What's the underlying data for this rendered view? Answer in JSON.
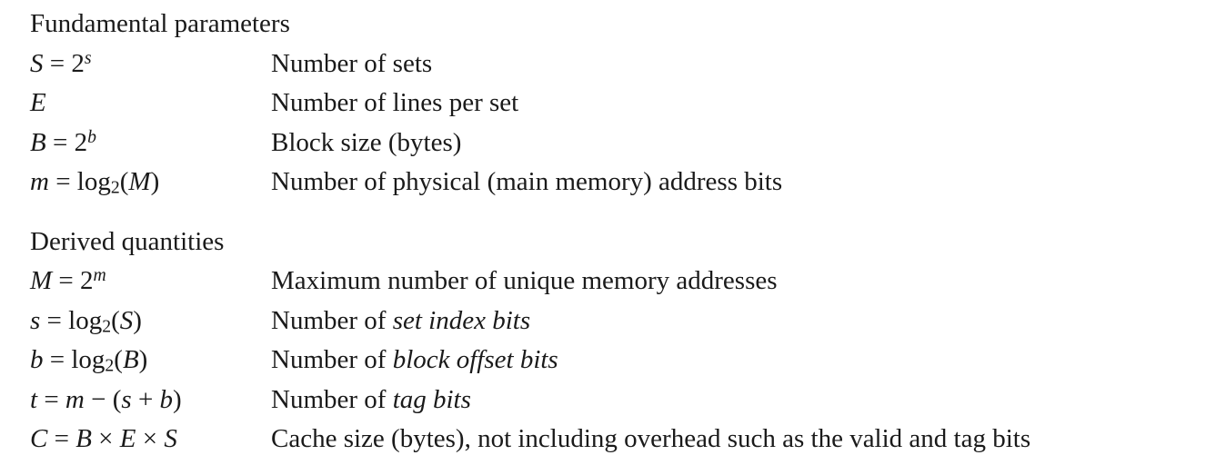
{
  "document": {
    "sections": [
      {
        "heading": "Fundamental parameters",
        "rows": [
          {
            "formula": [
              {
                "t": "S",
                "s": "it"
              },
              {
                "t": " = 2",
                "s": "rm"
              },
              {
                "t": "s",
                "s": "sup"
              }
            ],
            "desc": [
              {
                "t": "Number of sets",
                "s": "rm"
              }
            ]
          },
          {
            "formula": [
              {
                "t": "E",
                "s": "it"
              }
            ],
            "desc": [
              {
                "t": "Number of lines per set",
                "s": "rm"
              }
            ]
          },
          {
            "formula": [
              {
                "t": "B",
                "s": "it"
              },
              {
                "t": " = 2",
                "s": "rm"
              },
              {
                "t": "b",
                "s": "sup"
              }
            ],
            "desc": [
              {
                "t": "Block size (bytes)",
                "s": "rm"
              }
            ]
          },
          {
            "formula": [
              {
                "t": "m",
                "s": "it"
              },
              {
                "t": " = log",
                "s": "rm"
              },
              {
                "t": "2",
                "s": "sub"
              },
              {
                "t": "(",
                "s": "rm"
              },
              {
                "t": "M",
                "s": "it"
              },
              {
                "t": ")",
                "s": "rm"
              }
            ],
            "desc": [
              {
                "t": "Number of physical (main memory) address bits",
                "s": "rm"
              }
            ]
          }
        ]
      },
      {
        "heading": "Derived quantities",
        "rows": [
          {
            "formula": [
              {
                "t": "M",
                "s": "it"
              },
              {
                "t": " = 2",
                "s": "rm"
              },
              {
                "t": "m",
                "s": "sup"
              }
            ],
            "desc": [
              {
                "t": "Maximum number of unique memory addresses",
                "s": "rm"
              }
            ]
          },
          {
            "formula": [
              {
                "t": "s",
                "s": "it"
              },
              {
                "t": " = log",
                "s": "rm"
              },
              {
                "t": "2",
                "s": "sub"
              },
              {
                "t": "(",
                "s": "rm"
              },
              {
                "t": "S",
                "s": "it"
              },
              {
                "t": ")",
                "s": "rm"
              }
            ],
            "desc": [
              {
                "t": "Number of ",
                "s": "rm"
              },
              {
                "t": "set index bits",
                "s": "it"
              }
            ]
          },
          {
            "formula": [
              {
                "t": "b",
                "s": "it"
              },
              {
                "t": " = log",
                "s": "rm"
              },
              {
                "t": "2",
                "s": "sub"
              },
              {
                "t": "(",
                "s": "rm"
              },
              {
                "t": "B",
                "s": "it"
              },
              {
                "t": ")",
                "s": "rm"
              }
            ],
            "desc": [
              {
                "t": "Number of ",
                "s": "rm"
              },
              {
                "t": "block offset bits",
                "s": "it"
              }
            ]
          },
          {
            "formula": [
              {
                "t": "t",
                "s": "it"
              },
              {
                "t": " = ",
                "s": "rm"
              },
              {
                "t": "m",
                "s": "it"
              },
              {
                "t": " − (",
                "s": "rm"
              },
              {
                "t": "s",
                "s": "it"
              },
              {
                "t": " + ",
                "s": "rm"
              },
              {
                "t": "b",
                "s": "it"
              },
              {
                "t": ")",
                "s": "rm"
              }
            ],
            "desc": [
              {
                "t": "Number of ",
                "s": "rm"
              },
              {
                "t": "tag bits",
                "s": "it"
              }
            ]
          },
          {
            "formula": [
              {
                "t": "C",
                "s": "it"
              },
              {
                "t": " = ",
                "s": "rm"
              },
              {
                "t": "B",
                "s": "it"
              },
              {
                "t": " × ",
                "s": "rm"
              },
              {
                "t": "E",
                "s": "it"
              },
              {
                "t": " × ",
                "s": "rm"
              },
              {
                "t": "S",
                "s": "it"
              }
            ],
            "desc": [
              {
                "t": "Cache size (bytes), not including overhead such as the valid and tag bits",
                "s": "rm"
              }
            ]
          }
        ]
      }
    ]
  }
}
